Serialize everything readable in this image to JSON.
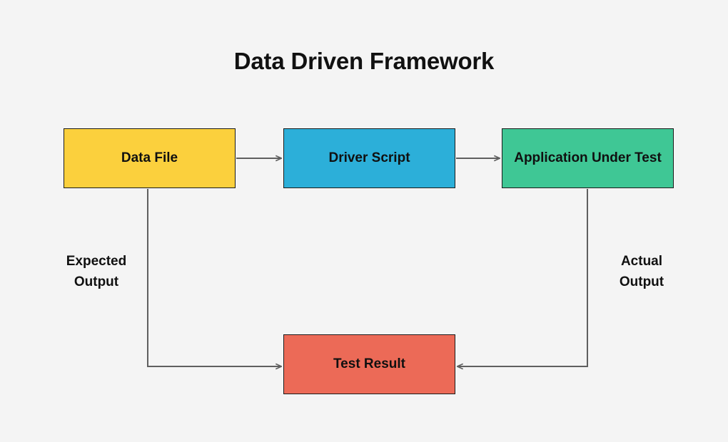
{
  "diagram": {
    "title": "Data Driven Framework",
    "background_color": "#f4f4f4",
    "line_color": "#5f5f5f",
    "border_color": "#1b1b1b",
    "nodes": [
      {
        "id": "data-file",
        "label": "Data File",
        "color": "#fbd03d"
      },
      {
        "id": "driver",
        "label": "Driver Script",
        "color": "#2cafd9"
      },
      {
        "id": "aut",
        "label": "Application Under\nTest",
        "color": "#3fc795"
      },
      {
        "id": "test-result",
        "label": "Test Result",
        "color": "#ec6a57"
      }
    ],
    "edge_labels": [
      {
        "id": "expected",
        "label": "Expected\nOutput"
      },
      {
        "id": "actual",
        "label": "Actual\nOutput"
      }
    ],
    "connections": [
      {
        "from": "data-file",
        "to": "driver",
        "style": "arrow"
      },
      {
        "from": "driver",
        "to": "aut",
        "style": "arrow"
      },
      {
        "from": "data-file",
        "to": "test-result",
        "style": "arrow",
        "label": "Expected Output"
      },
      {
        "from": "aut",
        "to": "test-result",
        "style": "arrow",
        "label": "Actual Output"
      }
    ]
  }
}
